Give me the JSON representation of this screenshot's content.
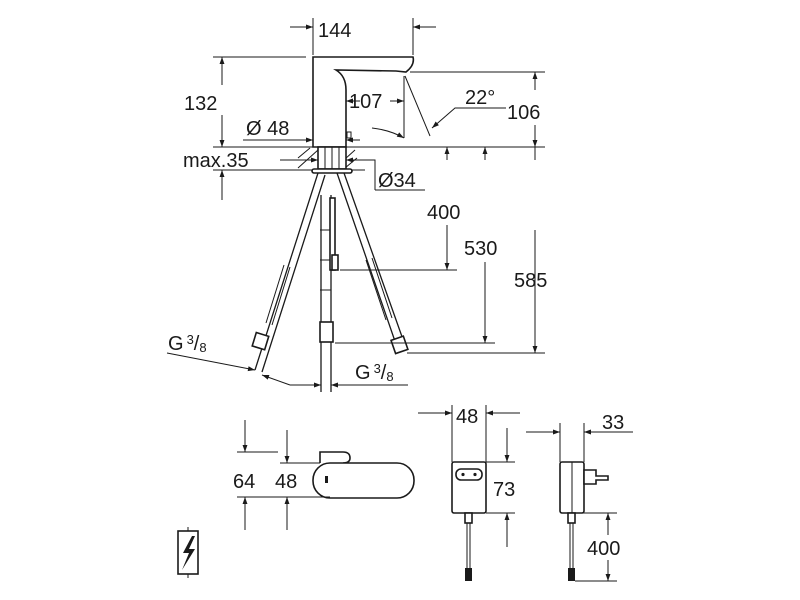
{
  "drawing": {
    "dimensions": {
      "spout_width": "144",
      "total_height": "132",
      "spout_reach": "107",
      "spray_angle": "22°",
      "outlet_height": "106",
      "base_diameter": "Ø 48",
      "max_deck_thickness": "max.35",
      "hole_diameter": "Ø34",
      "cable_length": "400",
      "hose_length_short": "530",
      "hose_length_long": "585"
    },
    "thread": {
      "prefix": "G",
      "numerator": "3",
      "slash": "/",
      "denominator": "8"
    },
    "top_view": {
      "height_outer": "64",
      "height_inner": "48"
    },
    "power_supply": {
      "width": "48",
      "height": "73",
      "depth": "33",
      "cable_length": "400"
    }
  }
}
